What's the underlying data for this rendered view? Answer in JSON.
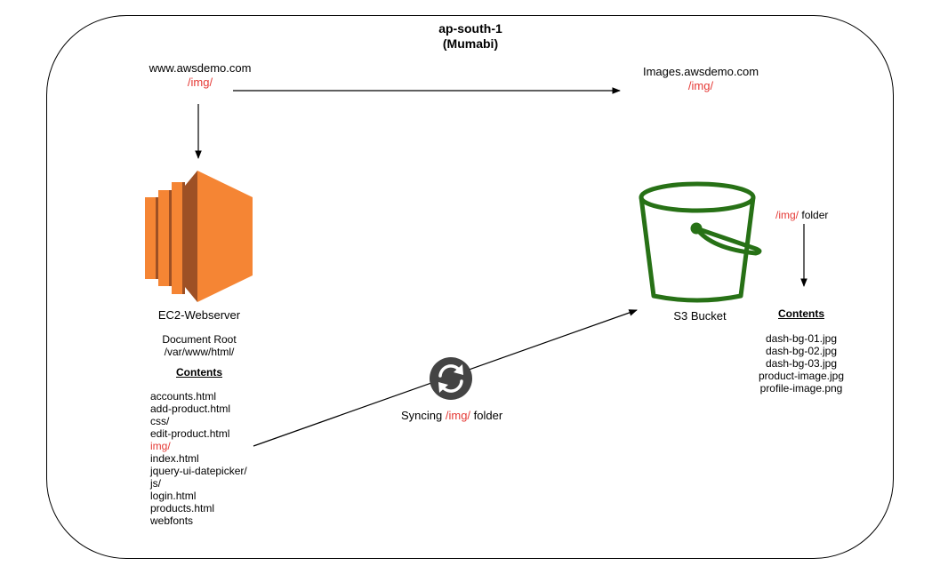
{
  "region": {
    "name": "ap-south-1",
    "subtitle": "(Mumabi)"
  },
  "website": {
    "domain": "www.awsdemo.com",
    "path": "/img/"
  },
  "images_site": {
    "domain": "Images.awsdemo.com",
    "path": "/img/"
  },
  "ec2": {
    "label": "EC2-Webserver",
    "document_root_label": "Document Root",
    "document_root_path": "/var/www/html/",
    "contents_heading": "Contents",
    "contents": [
      "accounts.html",
      "add-product.html",
      "css/",
      "edit-product.html",
      "img/",
      "index.html",
      "jquery-ui-datepicker/",
      "js/",
      "login.html",
      "products.html",
      "webfonts"
    ]
  },
  "s3": {
    "label": "S3 Bucket",
    "folder_path": "/img/",
    "folder_word": "folder",
    "contents_heading": "Contents",
    "contents": [
      "dash-bg-01.jpg",
      "dash-bg-02.jpg",
      "dash-bg-03.jpg",
      "product-image.jpg",
      "profile-image.png"
    ]
  },
  "sync": {
    "prefix": "Syncing",
    "path": "/img/",
    "suffix": "folder"
  },
  "colors": {
    "accent_red": "#e53935",
    "ec2_orange": "#f58534",
    "ec2_dark": "#9d5025",
    "s3_green": "#277116",
    "sync_icon": "#444444"
  },
  "icons": {
    "ec2": "ec2-instance-icon",
    "s3": "s3-bucket-icon",
    "sync": "sync-icon"
  }
}
